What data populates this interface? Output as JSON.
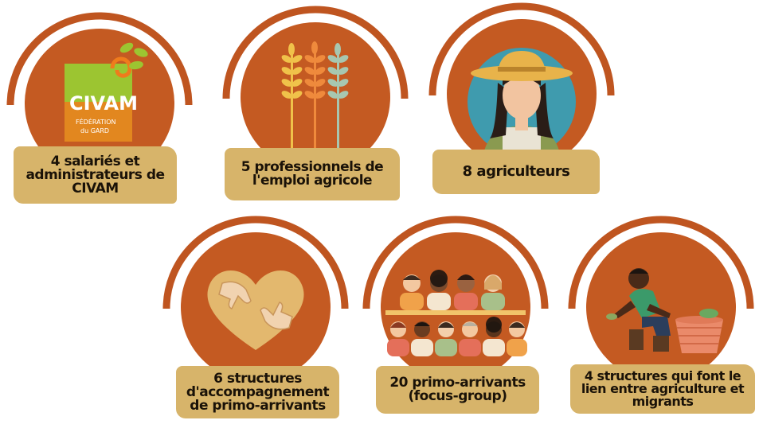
{
  "logo": {
    "name": "CIVAM",
    "sub1": "FÉDÉRATION",
    "sub2": "du GARD"
  },
  "badges": [
    {
      "label": "4  salariés et administrateurs de CIVAM",
      "icon": "civam-logo-icon"
    },
    {
      "label": "5 professionnels de l'emploi agricole",
      "icon": "wheat-icon"
    },
    {
      "label": "8 agriculteurs",
      "icon": "farmer-woman-icon"
    },
    {
      "label": "6 structures d'accompagnement de primo-arrivants",
      "icon": "heart-hands-icon"
    },
    {
      "label": "20 primo-arrivants (focus-group)",
      "icon": "group-people-icon"
    },
    {
      "label": "4 structures qui font le lien entre agriculture et migrants",
      "icon": "farmer-harvest-icon"
    }
  ],
  "colors": {
    "circle": "#c45a22",
    "arc": "#bf5520",
    "banner": "#d7b46a",
    "logo_green": "#9cc531",
    "logo_orange": "#ef7b1c"
  }
}
